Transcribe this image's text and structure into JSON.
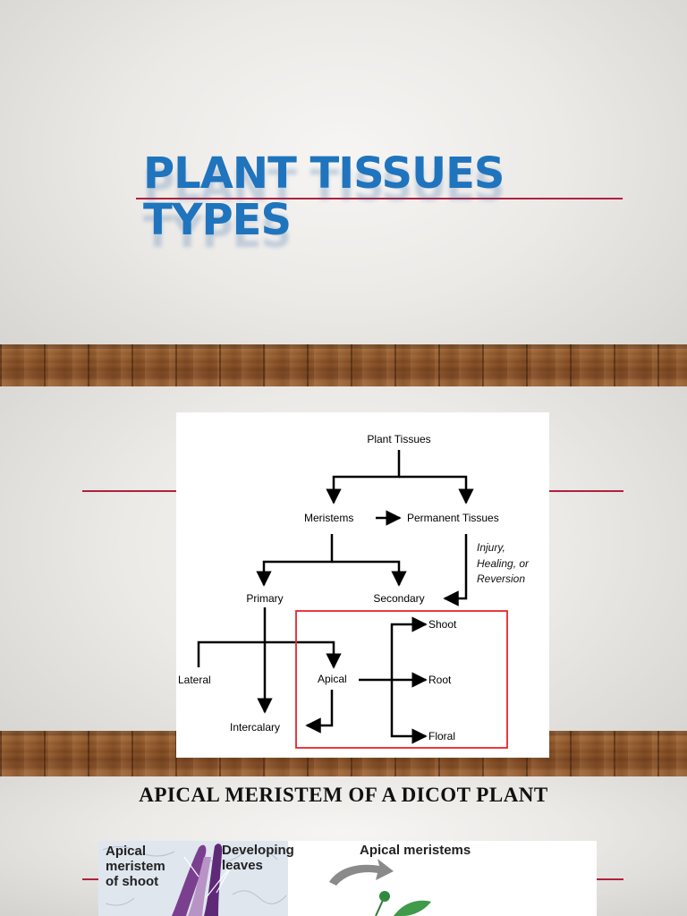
{
  "slide1": {
    "title_line1": "PLANT TISSUES",
    "title_line2": "TYPES"
  },
  "slide2": {
    "diagram": {
      "root": "Plant Tissues",
      "meristems": "Meristems",
      "permanent": "Permanent Tissues",
      "note_line1": "Injury,",
      "note_line2": "Healing, or",
      "note_line3": "Reversion",
      "primary": "Primary",
      "secondary": "Secondary",
      "lateral": "Lateral",
      "apical": "Apical",
      "intercalary": "Intercalary",
      "shoot": "Shoot",
      "root_label": "Root",
      "floral": "Floral",
      "highlight_color": "#e8242a"
    }
  },
  "slide3": {
    "title": "APICAL MERISTEM OF A DICOT PLANT",
    "figure": {
      "label_apical_1": "Apical",
      "label_apical_2": "meristem",
      "label_apical_3": "of shoot",
      "label_dev_1": "Developing",
      "label_dev_2": "leaves",
      "label_meristems": "Apical meristems"
    }
  }
}
